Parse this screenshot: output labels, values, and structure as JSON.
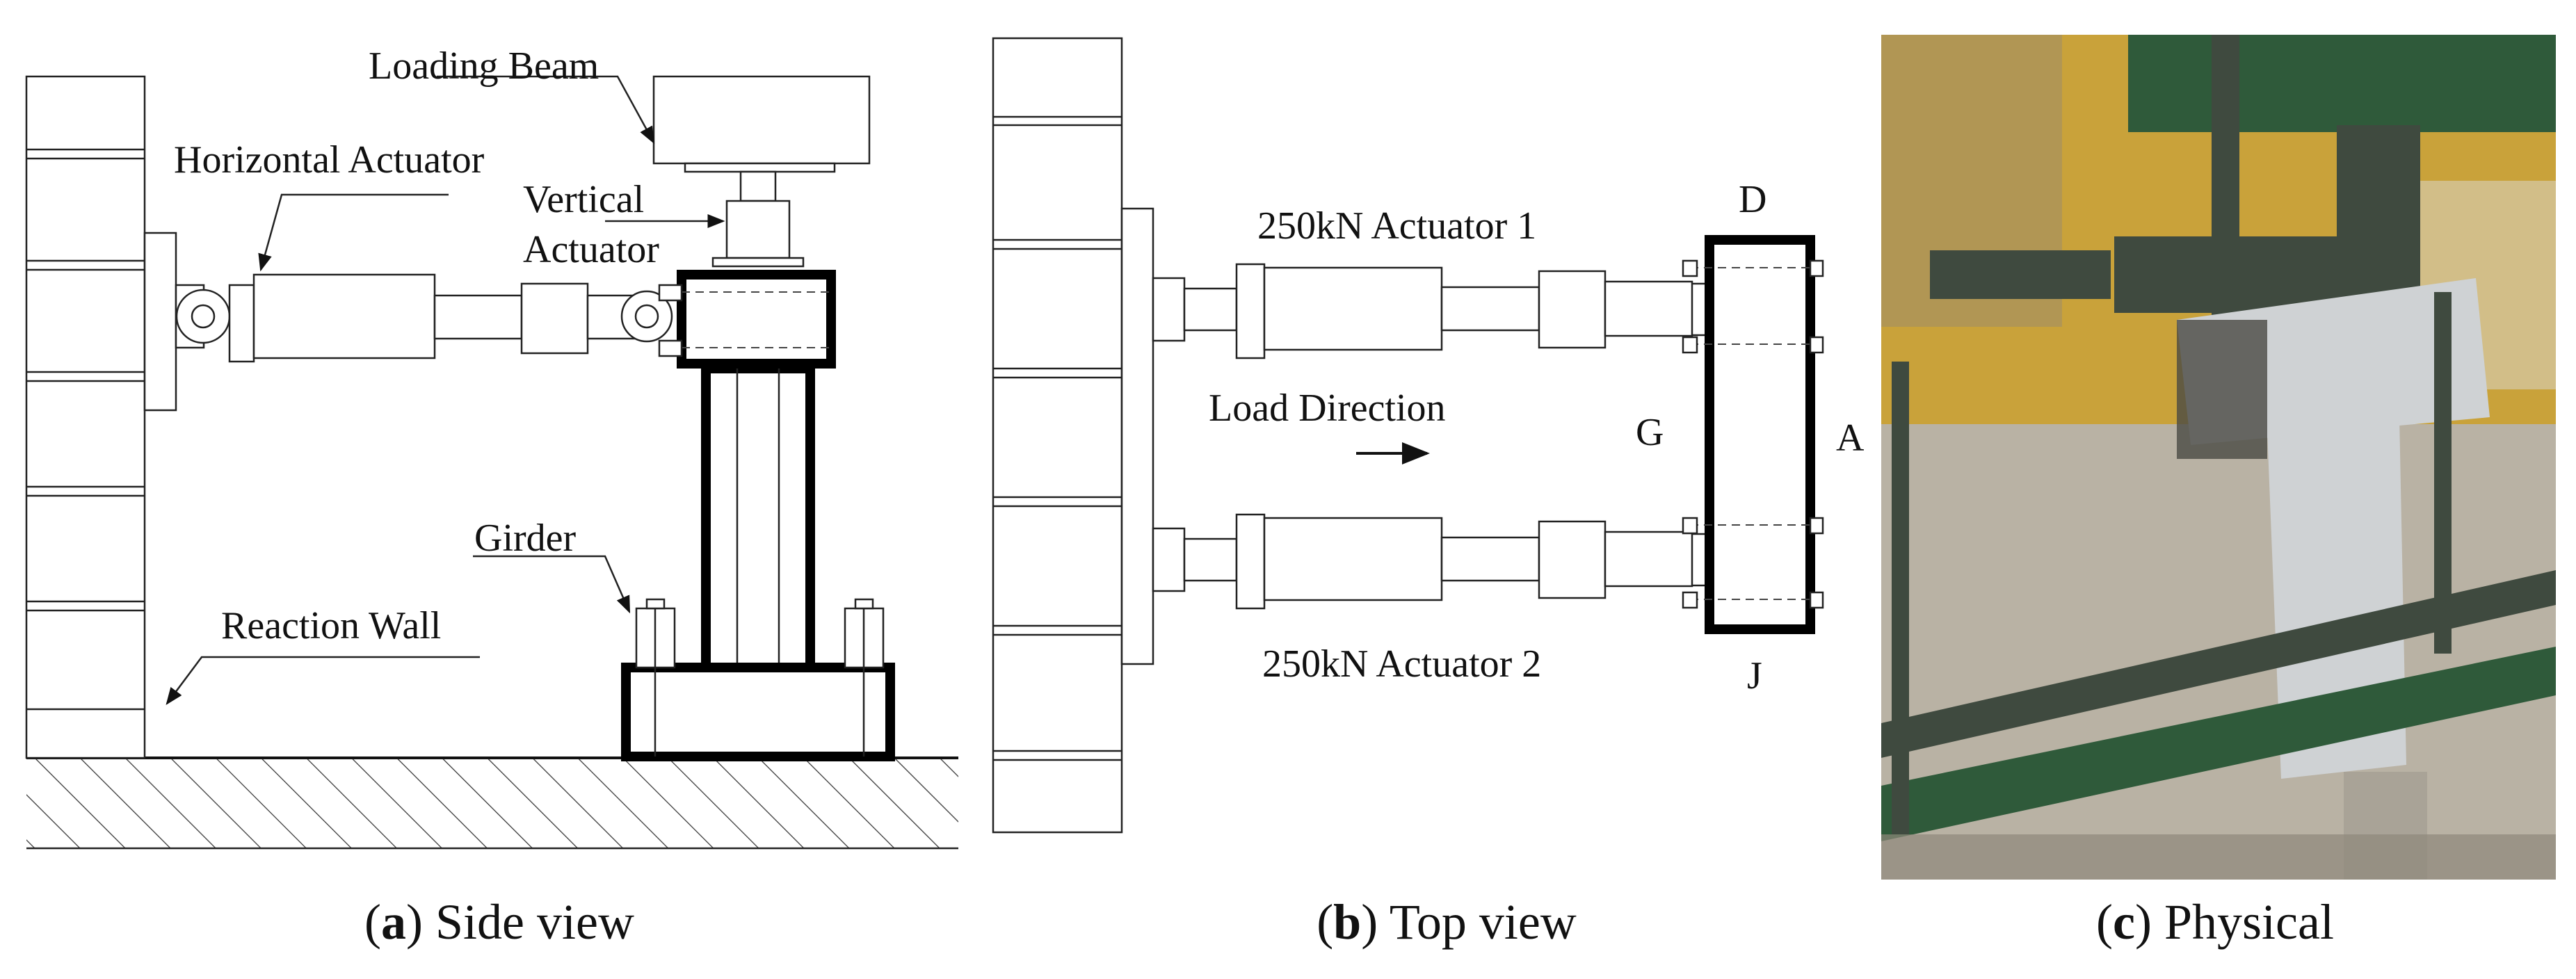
{
  "side_view": {
    "labels": {
      "loading_beam": "Loading Beam",
      "horizontal_actuator": "Horizontal Actuator",
      "vertical_actuator_1": "Vertical",
      "vertical_actuator_2": "Actuator",
      "girder": "Girder",
      "reaction_wall": "Reaction Wall"
    },
    "caption": {
      "open": "(",
      "letter": "a",
      "rest": ") Side view"
    }
  },
  "top_view": {
    "labels": {
      "actuator_1": "250kN Actuator 1",
      "actuator_2": "250kN Actuator 2",
      "load_direction": "Load Direction",
      "point_d": "D",
      "point_g": "G",
      "point_j": "J",
      "point_a": "A"
    },
    "caption": {
      "open": "(",
      "letter": "b",
      "rest": ") Top view"
    }
  },
  "physical": {
    "caption": {
      "open": "(",
      "letter": "c",
      "rest": ") Physical"
    }
  },
  "colors": {
    "line": "#111111",
    "photo_floor": "#b9b2a4",
    "photo_wall": "#c9a23a",
    "photo_steel": "#3f4a3f",
    "photo_column": "#cfd2d4",
    "photo_frame": "#2f5a3a"
  }
}
